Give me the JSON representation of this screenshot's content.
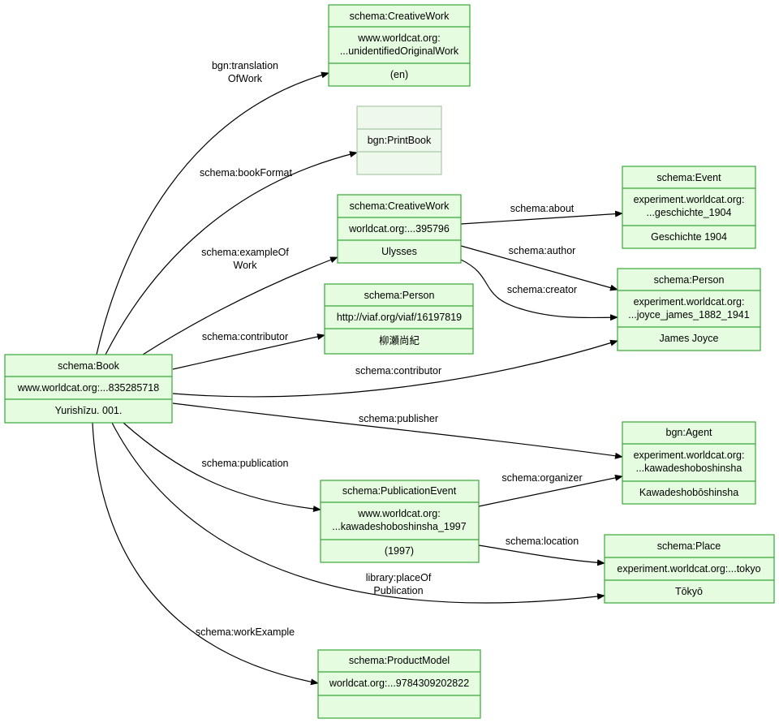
{
  "nodes": {
    "book": {
      "type": "schema:Book",
      "rows": [
        "www.worldcat.org:...835285718",
        "Yurishīzu. 001."
      ]
    },
    "translation_work": {
      "type": "schema:CreativeWork",
      "rows": [
        "www.worldcat.org:\n...unidentifiedOriginalWork",
        "(en)"
      ]
    },
    "print_book": {
      "type": "",
      "rows": [
        "bgn:PrintBook",
        ""
      ]
    },
    "ulysses_work": {
      "type": "schema:CreativeWork",
      "rows": [
        "worldcat.org:...395796",
        "Ulysses"
      ]
    },
    "event": {
      "type": "schema:Event",
      "rows": [
        "experiment.worldcat.org:\n...geschichte_1904",
        "Geschichte 1904"
      ]
    },
    "joyce": {
      "type": "schema:Person",
      "rows": [
        "experiment.worldcat.org:\n...joyce_james_1882_1941",
        "James Joyce"
      ]
    },
    "translator": {
      "type": "schema:Person",
      "rows": [
        "http://viaf.org/viaf/16197819",
        "柳瀬尚紀"
      ]
    },
    "agent": {
      "type": "bgn:Agent",
      "rows": [
        "experiment.worldcat.org:\n...kawadeshoboshinsha",
        "Kawadeshobōshinsha"
      ]
    },
    "pub_event": {
      "type": "schema:PublicationEvent",
      "rows": [
        "www.worldcat.org:\n...kawadeshoboshinsha_1997",
        "(1997)"
      ]
    },
    "place": {
      "type": "schema:Place",
      "rows": [
        "experiment.worldcat.org:...tokyo",
        "Tōkyō"
      ]
    },
    "product_model": {
      "type": "schema:ProductModel",
      "rows": [
        "worldcat.org:...9784309202822",
        ""
      ]
    }
  },
  "edges": {
    "translation_of_work": "bgn:translation\nOfWork",
    "book_format": "schema:bookFormat",
    "example_of_work": "schema:exampleOf\nWork",
    "about": "schema:about",
    "author": "schema:author",
    "creator": "schema:creator",
    "contributor_translator": "schema:contributor",
    "contributor_joyce": "schema:contributor",
    "publisher": "schema:publisher",
    "publication": "schema:publication",
    "organizer": "schema:organizer",
    "location": "schema:location",
    "place_of_publication": "library:placeOf\nPublication",
    "work_example": "schema:workExample"
  }
}
